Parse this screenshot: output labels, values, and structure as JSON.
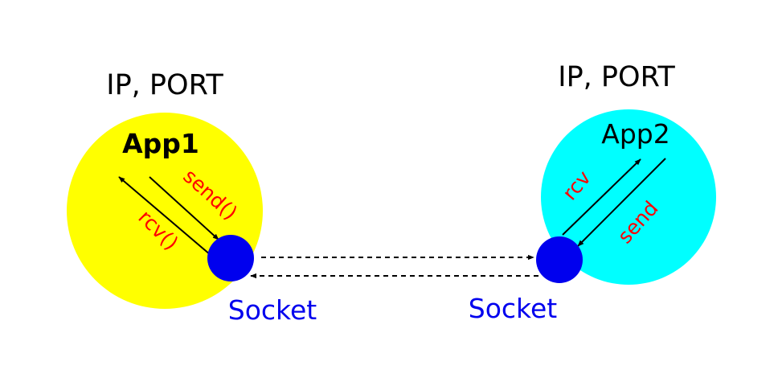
{
  "left": {
    "header": "IP, PORT",
    "app_name": "App1",
    "send_label": "send()",
    "rcv_label": "rcv()",
    "socket_label": "Socket",
    "circle_color": "#ffff00"
  },
  "right": {
    "header": "IP, PORT",
    "app_name": "App2",
    "send_label": "send",
    "rcv_label": "rcv",
    "socket_label": "Socket",
    "circle_color": "#00ffff"
  },
  "colors": {
    "socket": "#0000ee",
    "socket_text": "#0000ee",
    "call_text": "#ff0000",
    "arrow": "#000000"
  }
}
